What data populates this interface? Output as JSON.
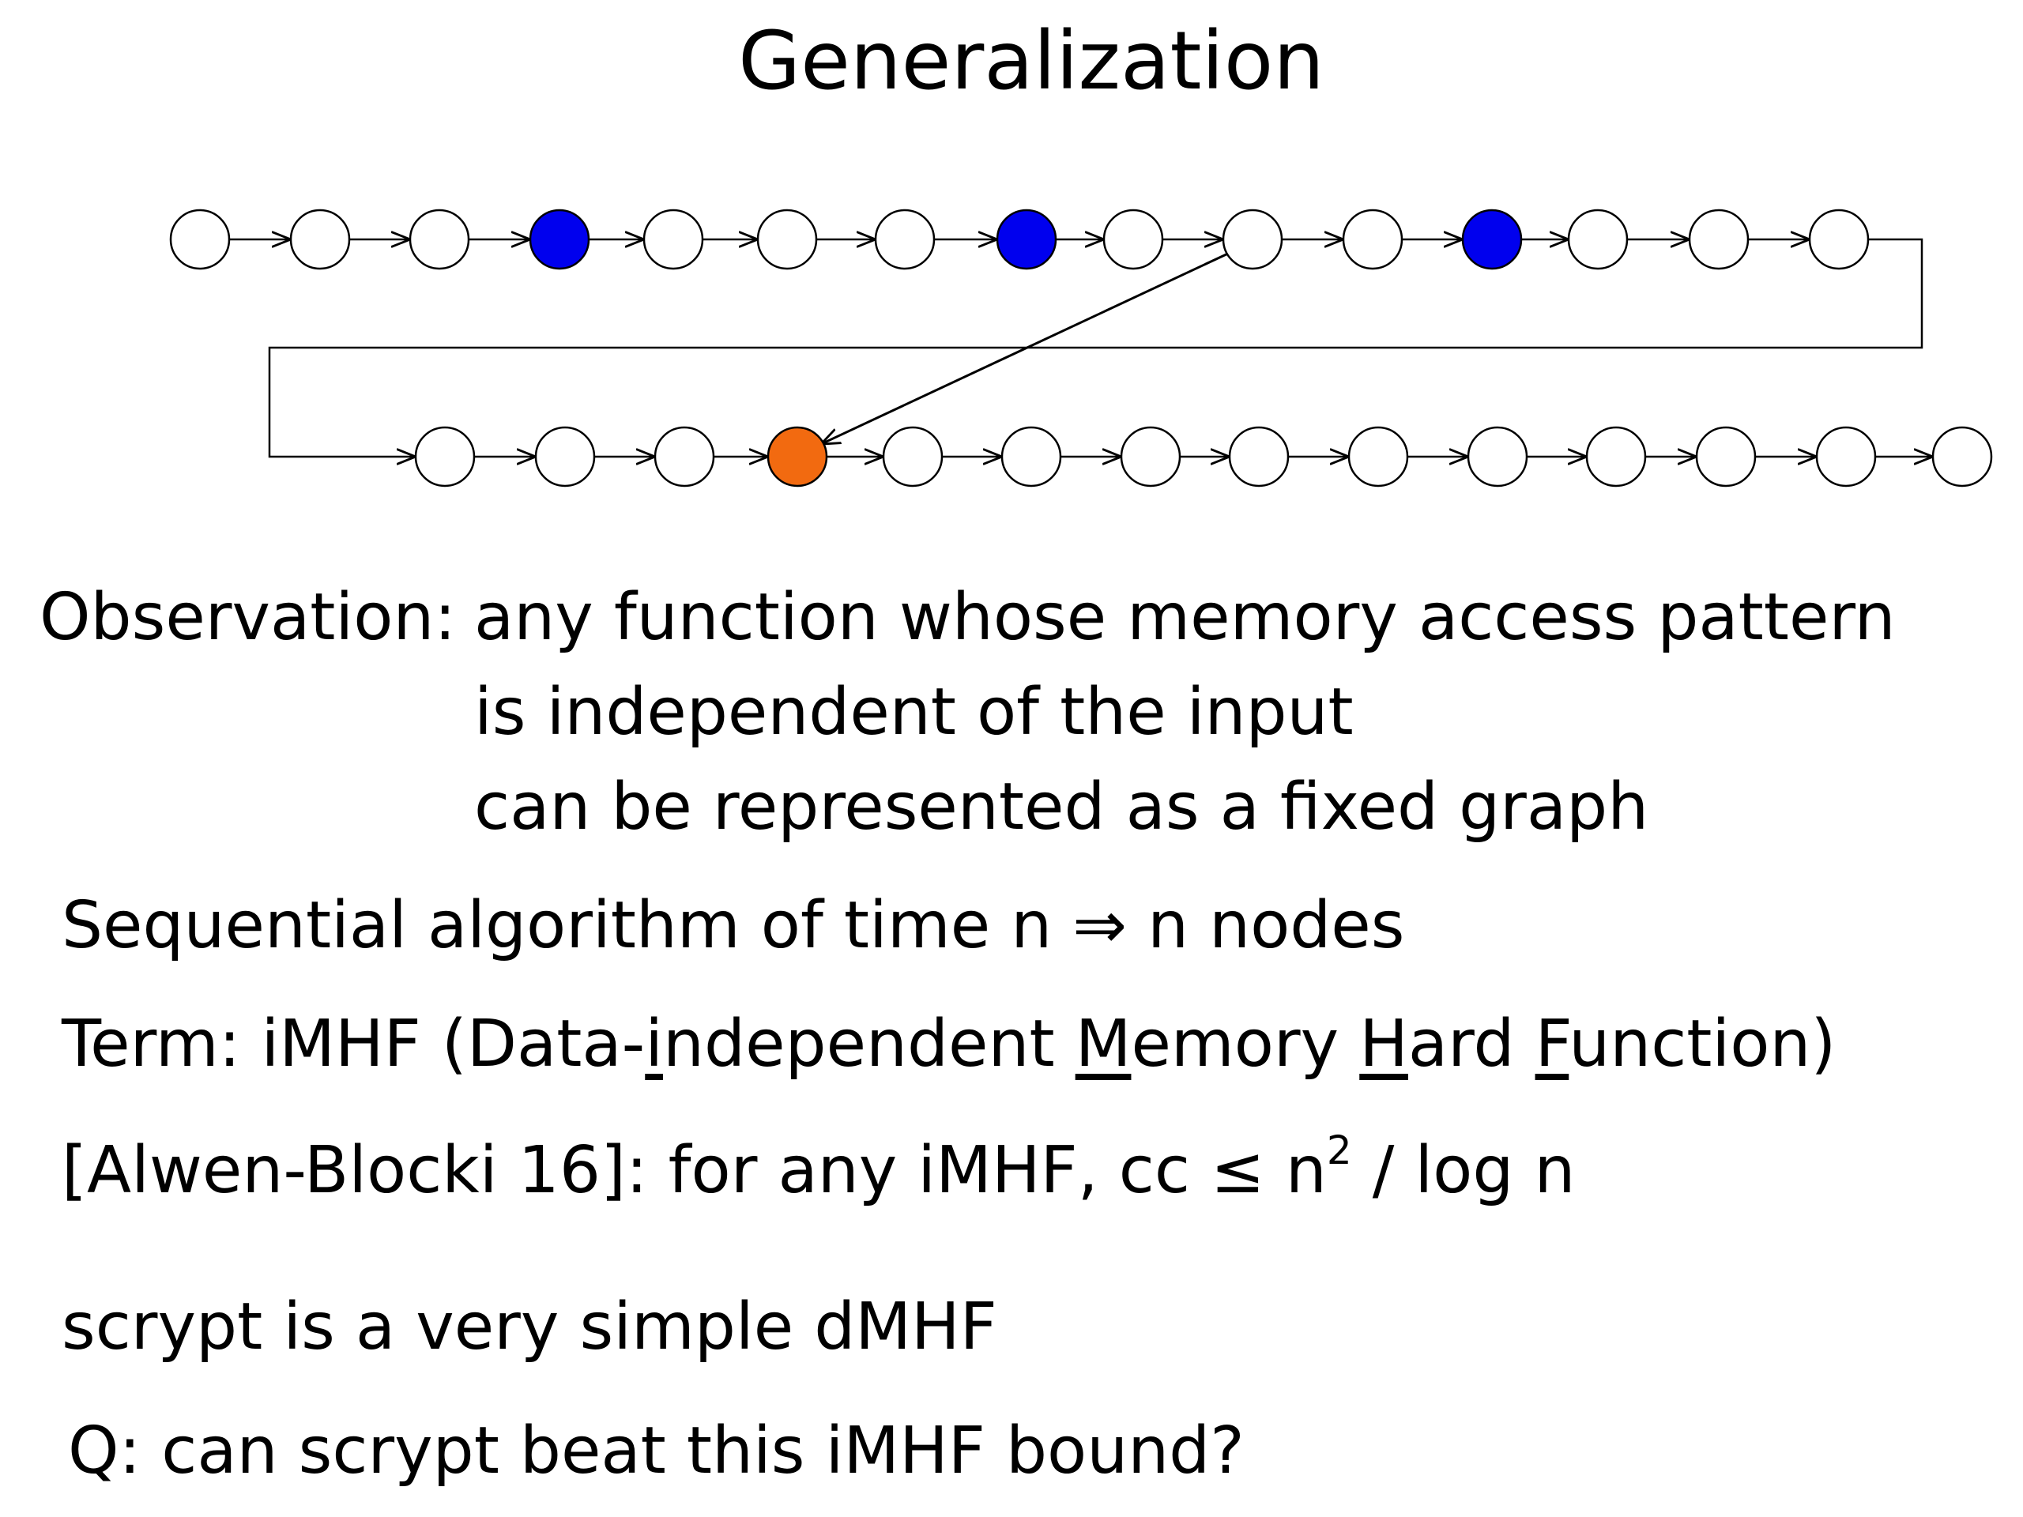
{
  "slide": {
    "title": "Generalization",
    "observation": {
      "label": "Observation:",
      "line1": "any function whose memory access pattern",
      "line2": "is independent of the input",
      "line3": "can be represented as a fixed graph"
    },
    "sequential": {
      "before": "Sequential algorithm of time n",
      "symbol": "⇒",
      "after": "n nodes"
    },
    "term": {
      "prefix": "Term: iMHF (Data-",
      "i": "i",
      "ndependent": "ndependent ",
      "M": "M",
      "emory": "emory ",
      "H": "H",
      "ard": "ard ",
      "F": "F",
      "unction": "unction)"
    },
    "alwen": {
      "prefix": "[Alwen-Blocki 16]: for any iMHF, cc",
      "leq": "≤",
      "n": "n",
      "exp": "2",
      "suffix": "/ log n"
    },
    "scrypt": "scrypt is a very simple dMHF",
    "question": "Q: can scrypt beat this iMHF bound?"
  },
  "graph": {
    "row1_node_colors": [
      "white",
      "white",
      "white",
      "blue",
      "white",
      "white",
      "white",
      "blue",
      "white",
      "white",
      "white",
      "blue",
      "white",
      "white",
      "white"
    ],
    "row2_node_colors": [
      "white",
      "white",
      "white",
      "orange",
      "white",
      "white",
      "white",
      "white",
      "white",
      "white",
      "white",
      "white",
      "white",
      "white"
    ],
    "colors": {
      "blue": "#0000ee",
      "orange": "#f26a10",
      "white": "#ffffff",
      "stroke": "#000000"
    },
    "dependency_edge": {
      "from_row": 1,
      "from_index": 9,
      "to_row": 2,
      "to_index": 3
    }
  }
}
